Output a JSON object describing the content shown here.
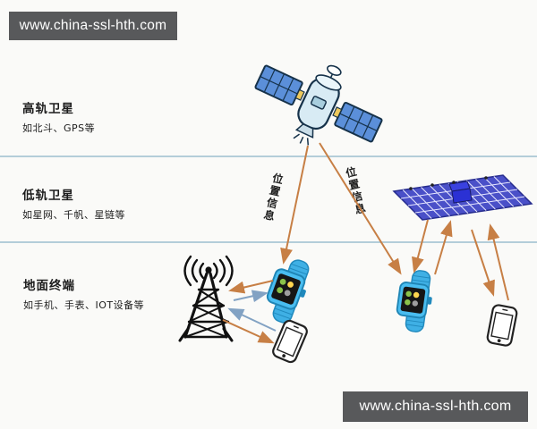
{
  "watermark": {
    "text": "www.china-ssl-hth.com"
  },
  "layers": [
    {
      "title": "高轨卫星",
      "subtitle": "如北斗、GPS等"
    },
    {
      "title": "低轨卫星",
      "subtitle": "如星网、千帆、星链等"
    },
    {
      "title": "地面终端",
      "subtitle": "如手机、手表、IOT设备等"
    }
  ],
  "annotations": {
    "left_link_label": "位置信息",
    "right_link_label": "位置信息"
  },
  "icons": [
    {
      "name": "geo-satellite-icon"
    },
    {
      "name": "leo-satellite-icon"
    },
    {
      "name": "cell-tower-icon"
    },
    {
      "name": "radio-waves-icon"
    },
    {
      "name": "smartwatch-icon"
    },
    {
      "name": "smartphone-icon"
    }
  ],
  "colors": {
    "banner_bg": "#58595b",
    "banner_text": "#ffffff",
    "arrow_orange": "#c77f45",
    "arrow_blue": "#82a2c3",
    "divider": "#b3cdd9",
    "panel_blue": "#5b8fd9",
    "leo_fill": "#4a50c8",
    "device_blue": "#3fb0e5"
  }
}
